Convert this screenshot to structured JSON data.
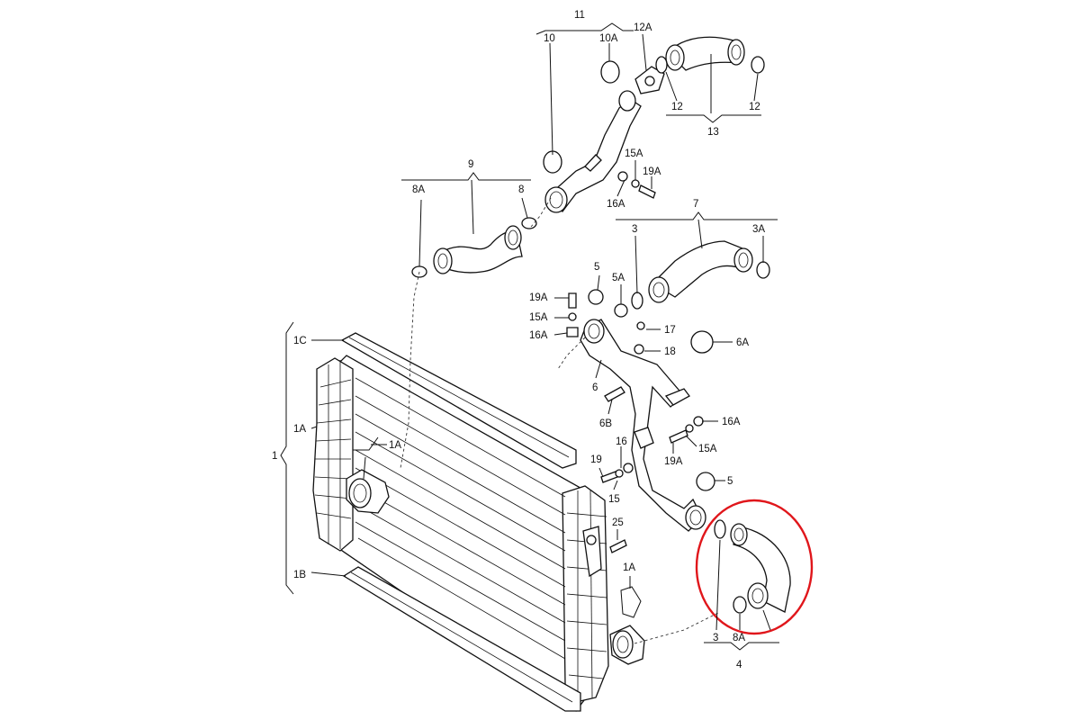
{
  "labels": {
    "l11": "11",
    "l10": "10",
    "l10a": "10A",
    "l12a": "12A",
    "l12_left": "12",
    "l12_right": "12",
    "l13": "13",
    "l9": "9",
    "l8a_top": "8A",
    "l8": "8",
    "l15a_top": "15A",
    "l19a_top": "19A",
    "l16a_top": "16A",
    "l7": "7",
    "l3_top": "3",
    "l3a": "3A",
    "l5_top": "5",
    "l5a": "5A",
    "l19a_left": "19A",
    "l15a_left": "15A",
    "l16a_left": "16A",
    "l17": "17",
    "l18": "18",
    "l6a": "6A",
    "l6": "6",
    "l6b": "6B",
    "l16a_right": "16A",
    "l15a_right": "15A",
    "l19a_right": "19A",
    "l16": "16",
    "l19": "19",
    "l15": "15",
    "l5_right": "5",
    "l1c": "1C",
    "l1a_side": "1A",
    "l1": "1",
    "l1a_inner": "1A",
    "l1b": "1B",
    "l25": "25",
    "l1a_lower": "1A",
    "l3_bottom": "3",
    "l8a_bottom": "8A",
    "l4": "4"
  },
  "colors": {
    "line": "#111111",
    "highlight": "#e0161b",
    "background": "#ffffff"
  }
}
